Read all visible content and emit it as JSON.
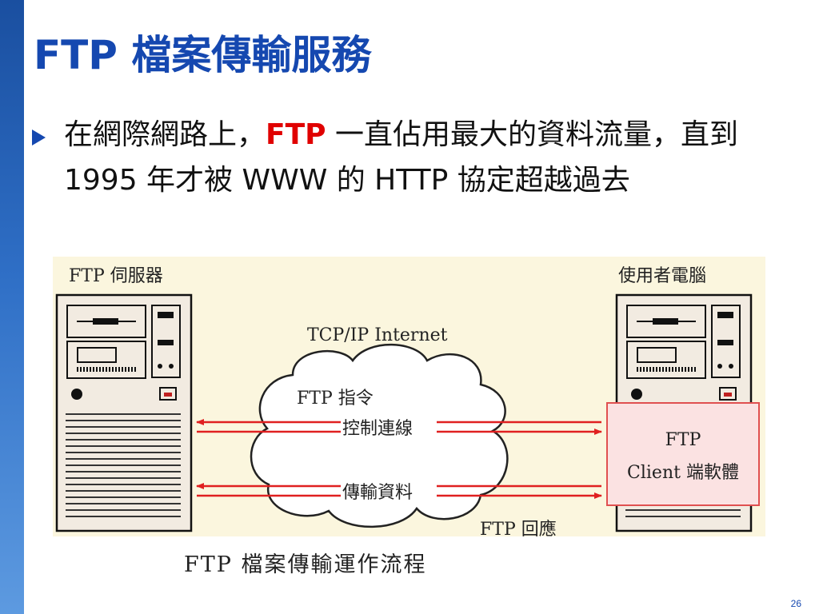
{
  "slide": {
    "title": "FTP 檔案傳輸服務",
    "bullet": {
      "before": "在網際網路上，",
      "highlight": "FTP",
      "after": " 一直佔用最大的資料流量，直到 1995 年才被 WWW 的 HTTP 協定超越過去"
    },
    "page_number": "26",
    "accent_color": "#1548b0"
  },
  "diagram": {
    "server_label": "FTP 伺服器",
    "client_label": "使用者電腦",
    "network_label": "TCP/IP Internet",
    "command_label": "FTP 指令",
    "control_label": "控制連線",
    "data_label": "傳輸資料",
    "reply_label": "FTP 回應",
    "client_software": {
      "line1": "FTP",
      "line2": "Client  端軟體"
    },
    "caption": "FTP  檔案傳輸運作流程",
    "arrow_color": "#e02020",
    "background_color": "#fbf6de"
  }
}
